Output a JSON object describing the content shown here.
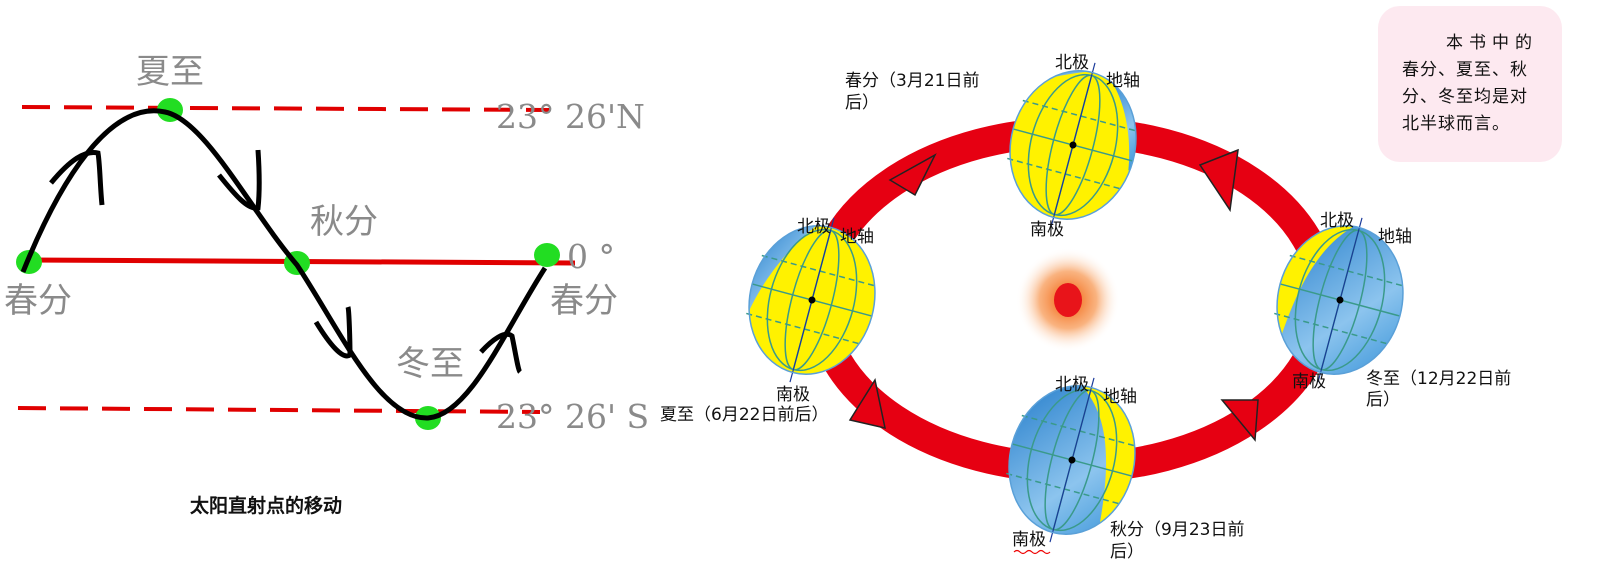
{
  "left_diagram": {
    "labels": {
      "summer_solstice": "夏至",
      "autumn_equinox": "秋分",
      "winter_solstice": "冬至",
      "spring_equinox_start": "春分",
      "spring_equinox_end": "春分"
    },
    "latitudes": {
      "north": "23° 26'N",
      "equator": "0 °",
      "south": "23° 26' S"
    },
    "caption": "太阳直射点的移动",
    "colors": {
      "line": "#e00000",
      "point": "#22dd22",
      "curve": "#000000",
      "label": "#8a8a8a"
    }
  },
  "right_diagram": {
    "positions": {
      "spring": {
        "line1": "春分（3月21日前",
        "line2": "后）"
      },
      "summer": {
        "line1": "夏至（6月22日前后）"
      },
      "winter": {
        "line1": "冬至（12月22日前",
        "line2": "后）"
      },
      "autumn": {
        "line1": "秋分（9月23日前",
        "line2": "后）"
      }
    },
    "globe_labels": {
      "north_pole": "北极",
      "axis": "地轴",
      "south_pole": "南极"
    },
    "colors": {
      "orbit": "#e60012",
      "sun": "#e8141a",
      "day": "#fff200",
      "night": "#2d8fd8"
    }
  },
  "note": {
    "lines": [
      "本书中的",
      "春分、夏至、秋",
      "分、冬至均是对",
      "北半球而言。"
    ]
  }
}
